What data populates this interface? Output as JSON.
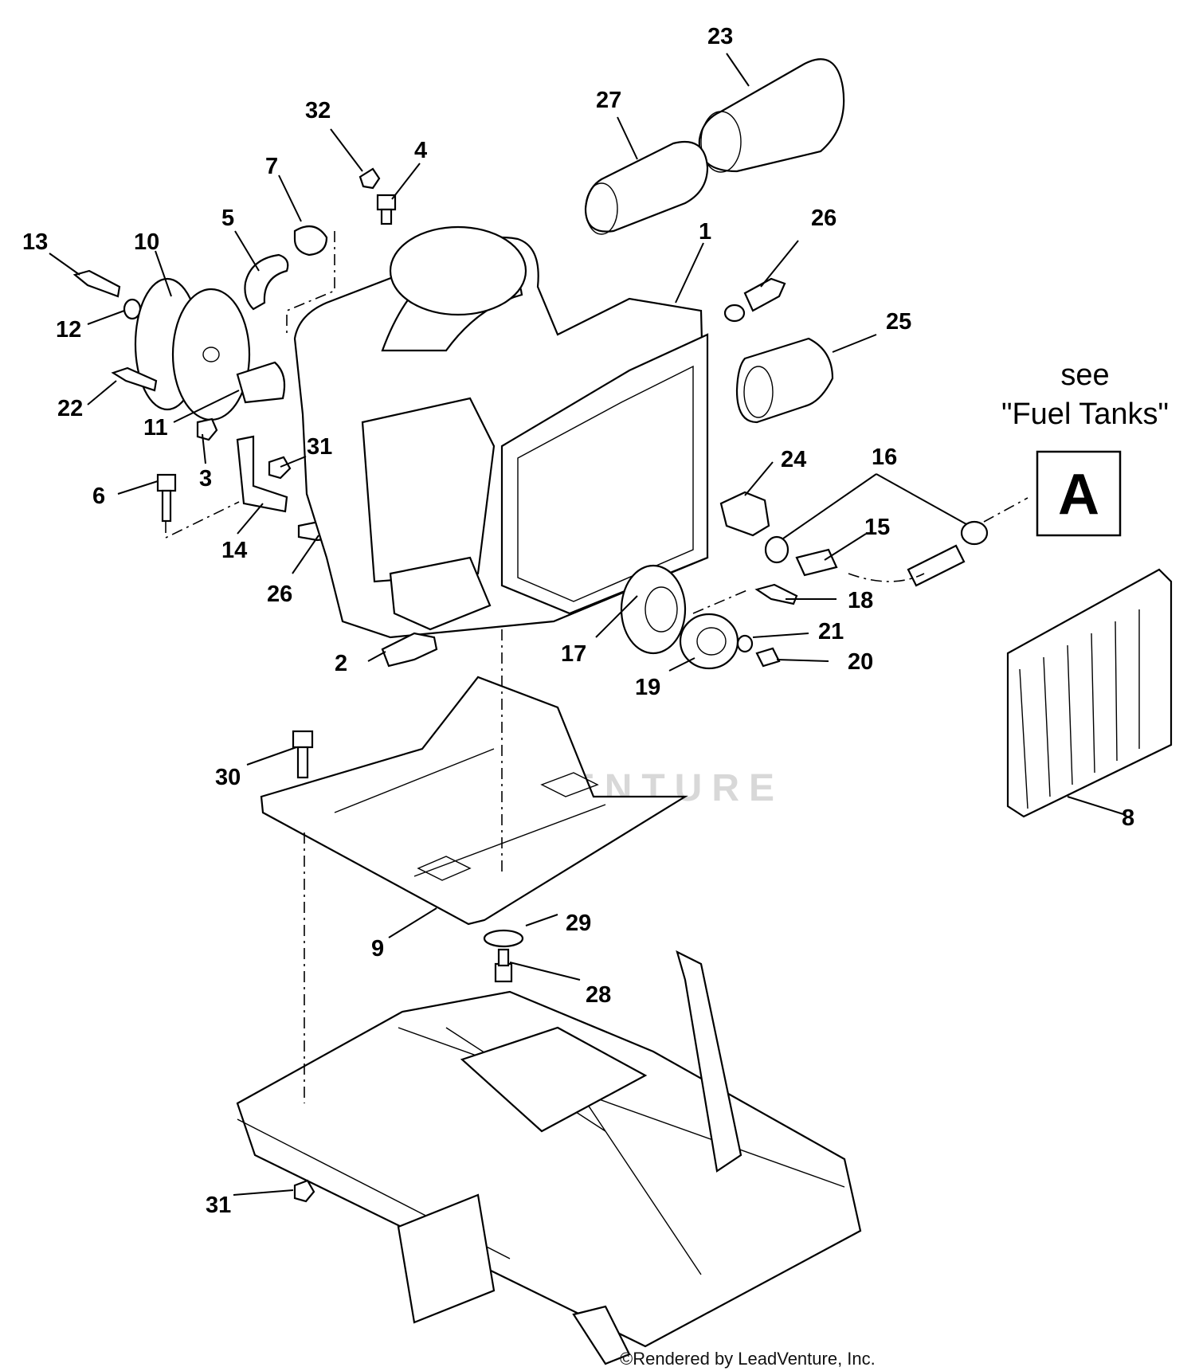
{
  "diagram": {
    "callouts": [
      "1",
      "2",
      "3",
      "4",
      "5",
      "6",
      "7",
      "8",
      "9",
      "10",
      "11",
      "12",
      "13",
      "14",
      "15",
      "16",
      "17",
      "18",
      "19",
      "20",
      "21",
      "22",
      "23",
      "24",
      "25",
      "26",
      "26",
      "27",
      "28",
      "29",
      "30",
      "31",
      "31",
      "32"
    ],
    "reference": {
      "line1": "see",
      "line2": "\"Fuel Tanks\"",
      "letter": "A"
    },
    "watermark": "LEADVENTURE",
    "credit": "©Rendered by LeadVenture, Inc."
  }
}
